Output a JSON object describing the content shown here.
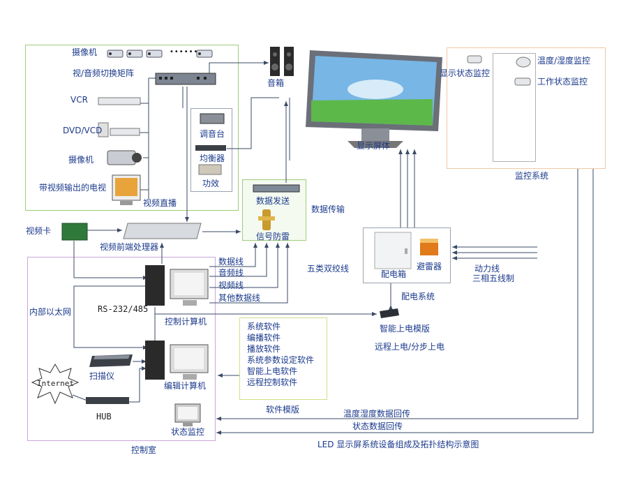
{
  "diagram_title": "LED 显示屏系统设备组成及拓扑结构示意图",
  "labels": {
    "camera_row": "摄像机",
    "dots": "••••••",
    "matrix": "视/音频切换矩阵",
    "vcr": "VCR",
    "dvd": "DVD/VCD",
    "camcorder": "摄像机",
    "tv": "带视频输出的电视",
    "video_live": "视频直播",
    "speakers": "音箱",
    "mixer": "调音台",
    "equalizer": "均衡器",
    "amplifier": "功效",
    "screen": "显示屏体",
    "data_send": "数据发送",
    "data_transfer": "数据传输",
    "lightning": "信号防雷",
    "video_card": "视频卡",
    "video_processor": "视频前端处理器",
    "data_line": "数据线",
    "audio_line": "音频线",
    "video_line": "视频线",
    "other_data_line": "其他数据线",
    "cat5": "五类双绞线",
    "rs232": "RS-232/485",
    "control_pc": "控制计算机",
    "ethernet": "内部以太网",
    "scanner": "扫描仪",
    "edit_pc": "编辑计算机",
    "internet": "Internet",
    "hub": "HUB",
    "status_monitor": "状态监控",
    "control_room": "控制室",
    "distribution_box": "配电箱",
    "surge_arrester": "避雷器",
    "power_line": "动力线",
    "three_phase": "三相五线制",
    "distribution_system": "配电系统",
    "smart_power": "智能上电模版",
    "remote_power": "远程上电/分步上电",
    "display_status_monitor": "显示状态监控",
    "temp_humidity_monitor": "温度/湿度监控",
    "work_status_monitor": "工作状态监控",
    "monitor_system": "监控系统",
    "temp_feedback": "温度湿度数据回传",
    "status_feedback": "状态数据回传",
    "software_module": "软件模版"
  },
  "software_list": [
    "系统软件",
    "编播软件",
    "播放软件",
    "系统参数设定软件",
    "智能上电软件",
    "远程控制软件"
  ],
  "colors": {
    "label_blue": "#1b3a8c",
    "wire": "#3a4a66",
    "green_frame": "#9ccc7a",
    "purple_frame": "#c9a7d8",
    "orange_frame": "#f0c8a6",
    "yellow_green_frame": "#cfe08a",
    "gray_frame": "#9aa3b0"
  }
}
